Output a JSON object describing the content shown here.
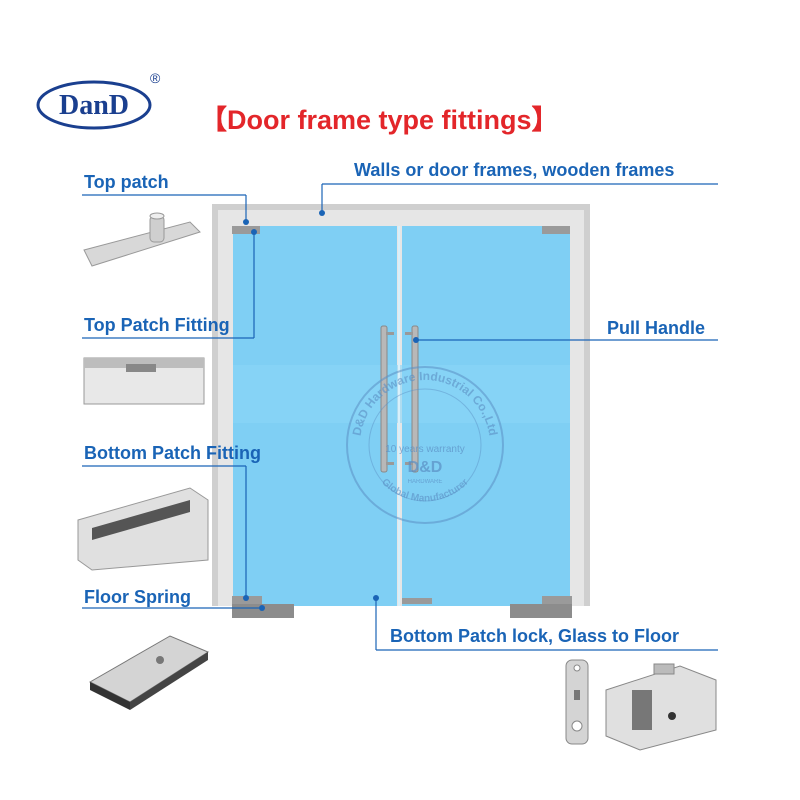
{
  "brand": {
    "logo_text": "DanD",
    "registered_mark": "®"
  },
  "title": "【Door frame type fittings】",
  "labels": {
    "top_patch": "Top patch",
    "walls": "Walls or door frames, wooden frames",
    "top_patch_fitting": "Top Patch Fitting",
    "pull_handle": "Pull Handle",
    "bottom_patch_fitting": "Bottom Patch Fitting",
    "floor_spring": "Floor Spring",
    "bottom_patch_lock": "Bottom Patch lock, Glass to Floor"
  },
  "watermark": {
    "ring_top": "D&D Hardware Industrial Co.,Ltd",
    "ring_bottom": "Global Manufacturer",
    "warranty": "10 years warranty",
    "name": "D&D",
    "sub": "HARDWARE"
  },
  "colors": {
    "label_blue": "#1a64b6",
    "title_red": "#e3262a",
    "glass": "#7dcff3",
    "frame": "#c8c8c8",
    "logo_blue": "#1a3f8f"
  }
}
